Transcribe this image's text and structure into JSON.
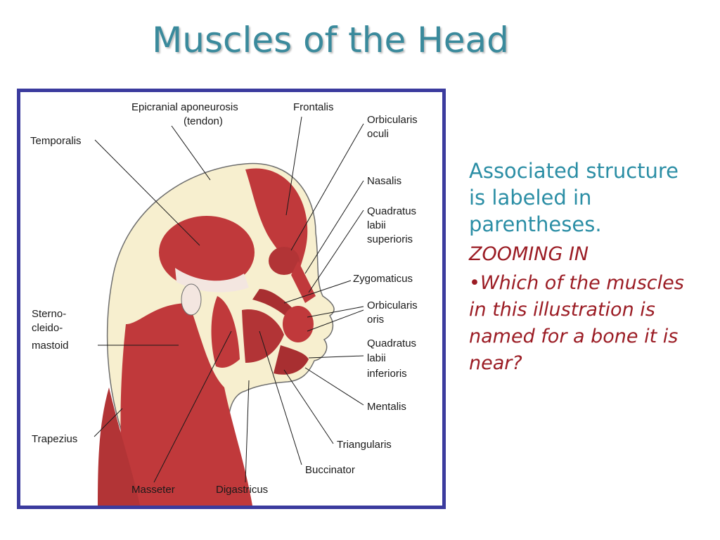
{
  "slide": {
    "title": "Muscles of the Head",
    "associated_text": "Associated structure is labeled in parentheses.",
    "zooming_label": "ZOOMING IN",
    "bullet_char": "•",
    "question": "Which of the muscles in this illustration is named for a bone it is near?"
  },
  "diagram": {
    "labels": {
      "epicranial_1": "Epicranial aponeurosis",
      "epicranial_2": "(tendon)",
      "frontalis": "Frontalis",
      "orbicularis_oculi_1": "Orbicularis",
      "orbicularis_oculi_2": "oculi",
      "temporalis": "Temporalis",
      "nasalis": "Nasalis",
      "quadratus_sup_1": "Quadratus",
      "quadratus_sup_2": "labii",
      "quadratus_sup_3": "superioris",
      "zygomaticus": "Zygomaticus",
      "orbicularis_oris_1": "Orbicularis",
      "orbicularis_oris_2": "oris",
      "sterno_1": "Sterno-",
      "sterno_2": "cleido-",
      "sterno_3": "mastoid",
      "quadratus_inf_1": "Quadratus",
      "quadratus_inf_2": "labii",
      "quadratus_inf_3": "inferioris",
      "mentalis": "Mentalis",
      "trapezius": "Trapezius",
      "triangularis": "Triangularis",
      "buccinator": "Buccinator",
      "masseter": "Masseter",
      "digastricus": "Digastricus"
    },
    "colors": {
      "frame": "#3b3b9e",
      "skull": "#f7efcf",
      "muscle": "#c0393b",
      "muscle_dark": "#9e2a2c",
      "tendon": "#f3e6e0"
    }
  }
}
